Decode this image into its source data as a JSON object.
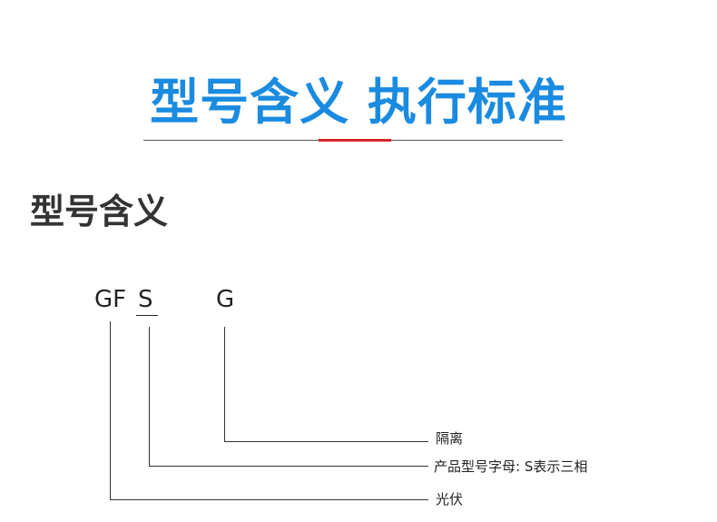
{
  "banner": {
    "title": "型号含义 执行标准"
  },
  "section": {
    "heading": "型号含义"
  },
  "model_code": {
    "part1": "GF",
    "part2": "S",
    "part3": "G"
  },
  "descriptions": {
    "isolation": "隔离",
    "product_letter": "产品型号字母: S表示三相",
    "photovoltaic": "光伏"
  },
  "colors": {
    "title_blue": "#1a8be0",
    "accent_red": "#d8262c"
  }
}
